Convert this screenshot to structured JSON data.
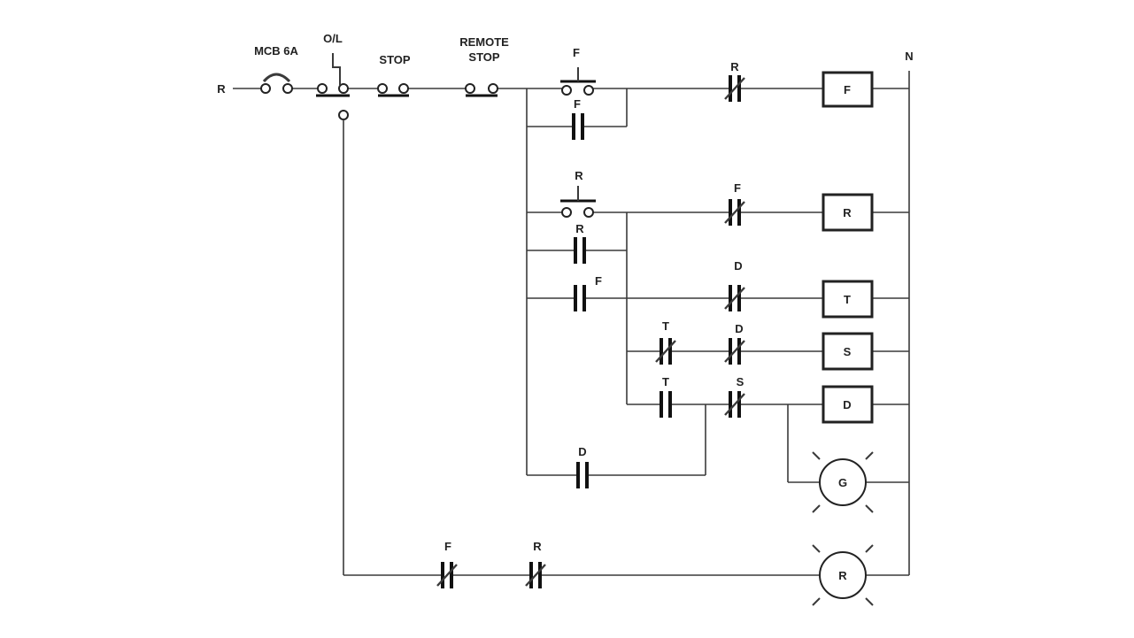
{
  "title": "Forward / Reverse Star-Delta ladder diagram",
  "rails": {
    "line": "R",
    "neutral": "N"
  },
  "devices": {
    "mcb": "MCB 6A",
    "overload": "O/L",
    "stop": "STOP",
    "remote_stop_1": "REMOTE",
    "remote_stop_2": "STOP"
  },
  "contacts": {
    "pb_forward": "F",
    "hold_forward": "F",
    "nc_r_in_f": "R",
    "pb_reverse": "R",
    "hold_reverse": "R",
    "no_f_timer": "F",
    "nc_f_in_r": "F",
    "nc_d_in_t": "D",
    "nc_t_in_s": "T",
    "nc_d_in_s": "D",
    "no_t_in_d": "T",
    "nc_s_in_d": "S",
    "hold_delta": "D",
    "nc_f_lamp": "F",
    "nc_r_lamp": "R"
  },
  "coils": {
    "forward": "F",
    "reverse": "R",
    "timer": "T",
    "star": "S",
    "delta": "D"
  },
  "lamps": {
    "green": "G",
    "red": "R"
  }
}
